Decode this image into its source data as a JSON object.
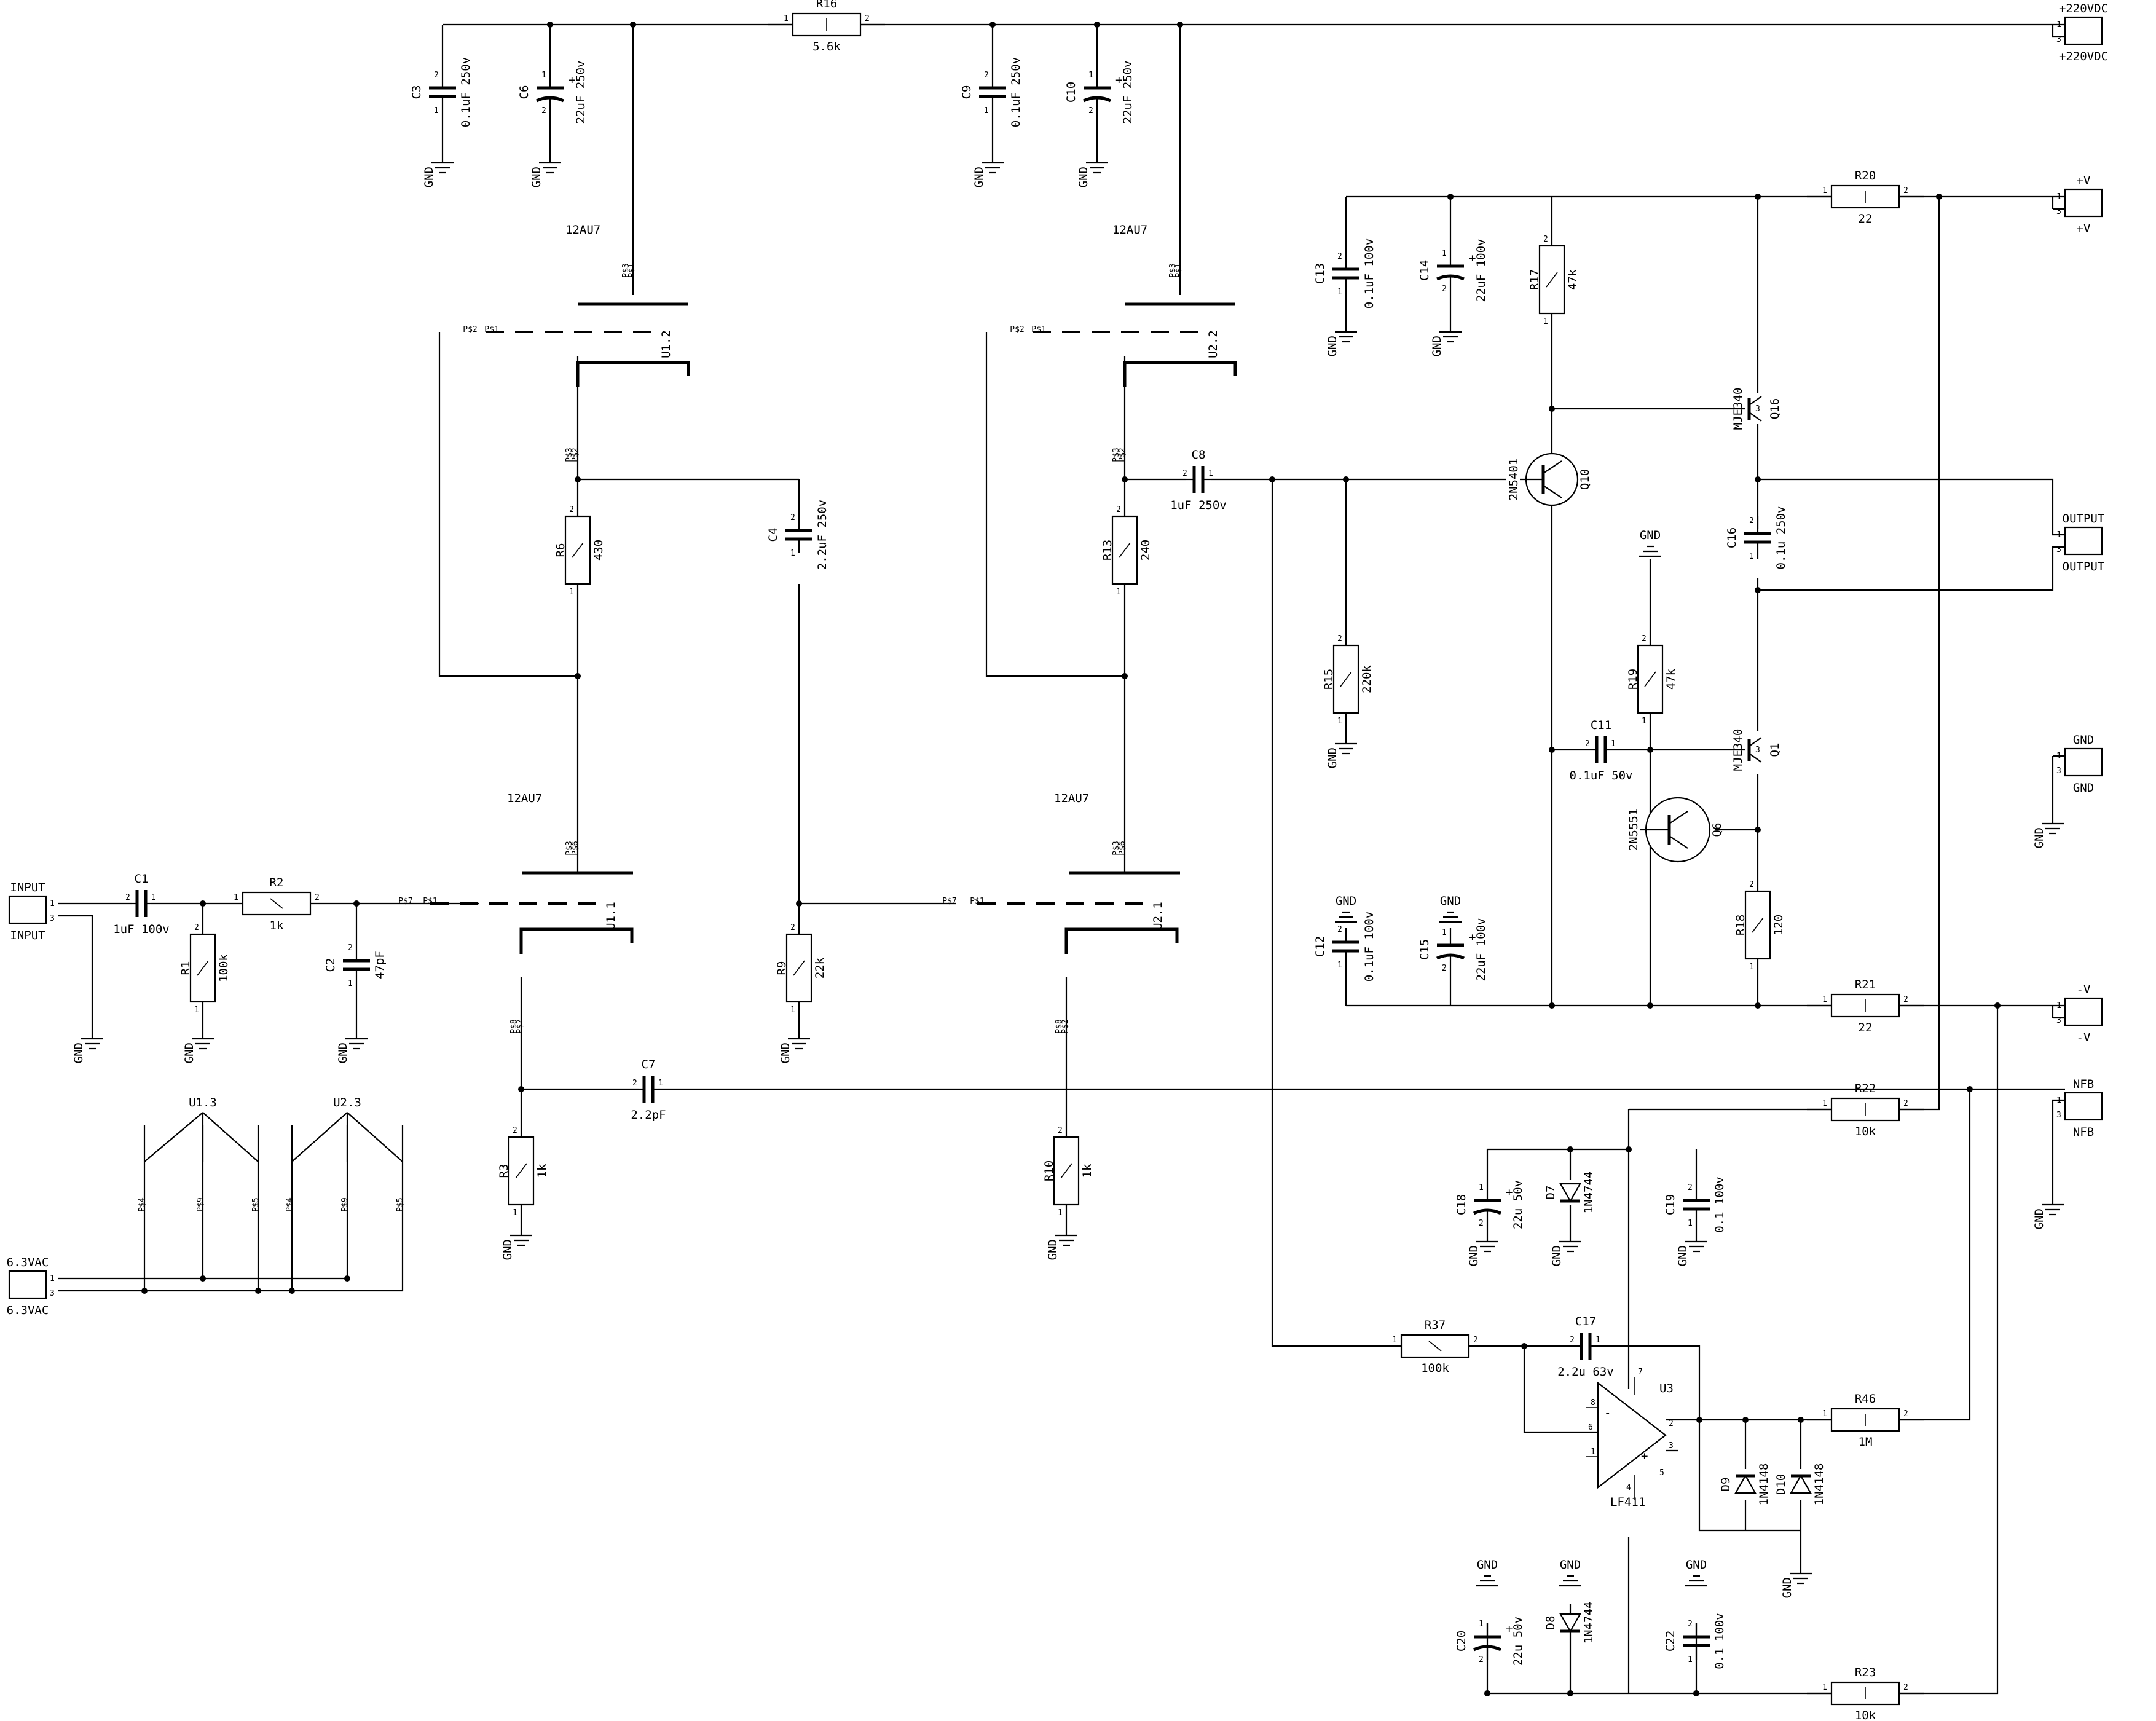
{
  "components": [
    {
      "ref": "R16",
      "value": "5.6k"
    },
    {
      "ref": "R1",
      "value": "100k"
    },
    {
      "ref": "R2",
      "value": "1k"
    },
    {
      "ref": "R3",
      "value": "1k"
    },
    {
      "ref": "R6",
      "value": "430"
    },
    {
      "ref": "R9",
      "value": "22k"
    },
    {
      "ref": "R10",
      "value": "1k"
    },
    {
      "ref": "R13",
      "value": "240"
    },
    {
      "ref": "R15",
      "value": "220k"
    },
    {
      "ref": "R17",
      "value": "47k"
    },
    {
      "ref": "R18",
      "value": "120"
    },
    {
      "ref": "R19",
      "value": "47k"
    },
    {
      "ref": "R20",
      "value": "22"
    },
    {
      "ref": "R21",
      "value": "22"
    },
    {
      "ref": "R22",
      "value": "10k"
    },
    {
      "ref": "R23",
      "value": "10k"
    },
    {
      "ref": "R37",
      "value": "100k"
    },
    {
      "ref": "R46",
      "value": "1M"
    },
    {
      "ref": "C1",
      "value": "1uF 100v"
    },
    {
      "ref": "C2",
      "value": "47pF"
    },
    {
      "ref": "C3",
      "value": "0.1uF 250v"
    },
    {
      "ref": "C4",
      "value": "2.2uF 250v"
    },
    {
      "ref": "C6",
      "value": "22uF 250v"
    },
    {
      "ref": "C7",
      "value": "2.2pF"
    },
    {
      "ref": "C8",
      "value": "1uF 250v"
    },
    {
      "ref": "C9",
      "value": "0.1uF 250v"
    },
    {
      "ref": "C10",
      "value": "22uF 250v"
    },
    {
      "ref": "C11",
      "value": "0.1uF 50v"
    },
    {
      "ref": "C12",
      "value": "0.1uF 100v"
    },
    {
      "ref": "C13",
      "value": "0.1uF 100v"
    },
    {
      "ref": "C14",
      "value": "22uF 100v"
    },
    {
      "ref": "C15",
      "value": "22uF 100v"
    },
    {
      "ref": "C16",
      "value": "0.1u 250v"
    },
    {
      "ref": "C17",
      "value": "2.2u 63v"
    },
    {
      "ref": "C18",
      "value": "22u 50v"
    },
    {
      "ref": "C19",
      "value": "0.1 100v"
    },
    {
      "ref": "C20",
      "value": "22u 50v"
    },
    {
      "ref": "C22",
      "value": "0.1 100v"
    },
    {
      "ref": "Q1",
      "value": "MJE340"
    },
    {
      "ref": "Q6",
      "value": "2N5551"
    },
    {
      "ref": "Q10",
      "value": "2N5401"
    },
    {
      "ref": "Q16",
      "value": "MJE340"
    },
    {
      "ref": "U3",
      "value": "LF411"
    },
    {
      "ref": "D7",
      "value": "1N4744"
    },
    {
      "ref": "D8",
      "value": "1N4744"
    },
    {
      "ref": "D9",
      "value": "1N4148"
    },
    {
      "ref": "D10",
      "value": "1N4148"
    },
    {
      "ref": "U1.1",
      "value": "12AU7"
    },
    {
      "ref": "U1.2",
      "value": "12AU7"
    },
    {
      "ref": "U2.1",
      "value": "12AU7"
    },
    {
      "ref": "U2.2",
      "value": "12AU7"
    },
    {
      "ref": "U1.3",
      "value": ""
    },
    {
      "ref": "U2.3",
      "value": ""
    }
  ],
  "connectors": [
    {
      "id": "input",
      "label": "INPUT"
    },
    {
      "id": "heater",
      "label": "6.3VAC"
    },
    {
      "id": "hv",
      "label": "+220VDC"
    },
    {
      "id": "vpos",
      "label": "+V"
    },
    {
      "id": "output",
      "label": "OUTPUT"
    },
    {
      "id": "gnd",
      "label": "GND"
    },
    {
      "id": "vneg",
      "label": "-V"
    },
    {
      "id": "nfb",
      "label": "NFB"
    }
  ],
  "net_labels": {
    "ground": "GND"
  },
  "tube_pins": {
    "p1": "P$1",
    "p2": "P$2",
    "p3": "P$3",
    "p4": "P$4",
    "p5": "P$5",
    "p6": "P$6",
    "p7": "P$7",
    "p8": "P$8",
    "p9": "P$9"
  }
}
